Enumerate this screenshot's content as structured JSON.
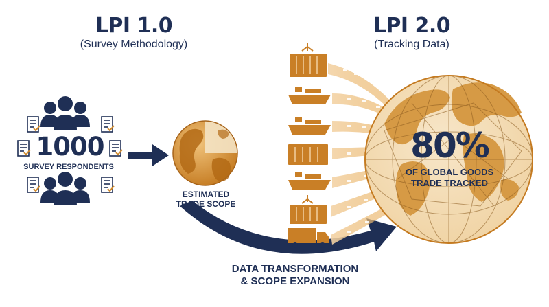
{
  "left": {
    "title": "LPI 1.0",
    "subtitle": "(Survey Methodology)",
    "respondent_count": "1000",
    "respondent_label": "SURVEY RESPONDENTS",
    "scope_line1": "ESTIMATED",
    "scope_line2": "TRADE SCOPE"
  },
  "right": {
    "title": "LPI 2.0",
    "subtitle": "(Tracking Data)",
    "percent": "80%",
    "percent_line1": "OF GLOBAL GOODS",
    "percent_line2": "TRADE TRACKED"
  },
  "transition": {
    "line1": "DATA TRANSFORMATION",
    "line2": "& SCOPE EXPANSION"
  },
  "colors": {
    "navy": "#1f2f55",
    "gold": "#d18a2b",
    "light_gold": "#efc88f"
  },
  "icons": [
    "person-group-icon",
    "document-check-icon",
    "globe-icon",
    "container-icon",
    "cargo-ship-icon",
    "truck-icon",
    "arrow-icon"
  ]
}
